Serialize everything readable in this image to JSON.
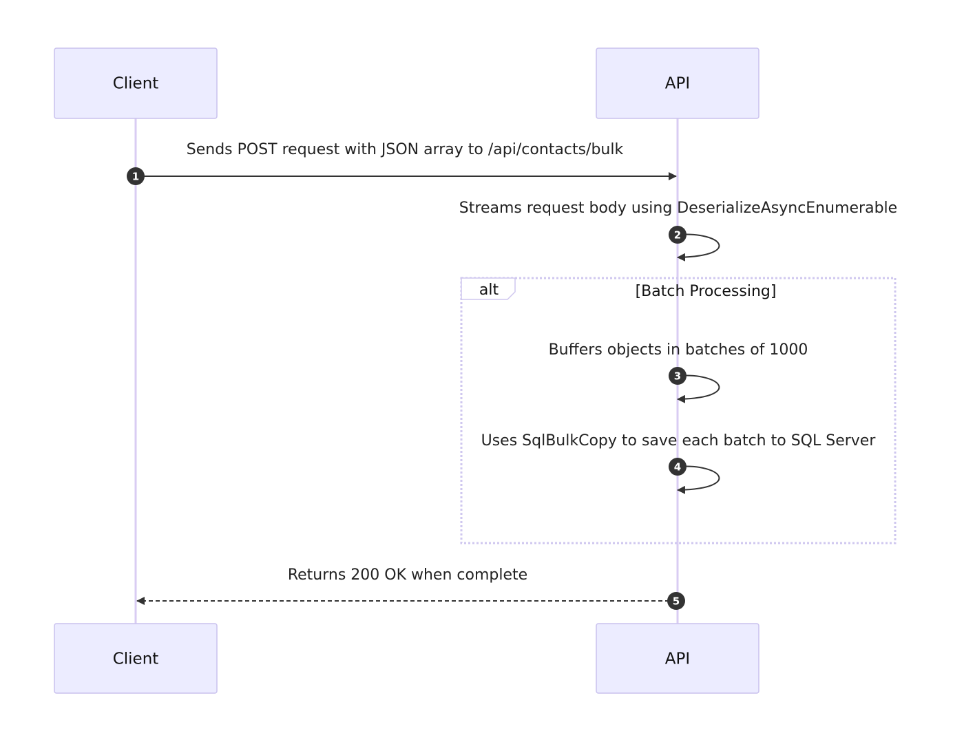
{
  "actors": {
    "client": "Client",
    "api": "API"
  },
  "messages": [
    {
      "number": "1",
      "text": "Sends POST request with JSON array to /api/contacts/bulk",
      "from": "Client",
      "to": "API",
      "style": "solid"
    },
    {
      "number": "2",
      "text": "Streams request body using DeserializeAsyncEnumerable",
      "from": "API",
      "to": "API",
      "style": "solid"
    },
    {
      "number": "3",
      "text": "Buffers objects in batches of 1000",
      "from": "API",
      "to": "API",
      "style": "solid"
    },
    {
      "number": "4",
      "text": "Uses SqlBulkCopy to save each batch to SQL Server",
      "from": "API",
      "to": "API",
      "style": "solid"
    },
    {
      "number": "5",
      "text": "Returns 200 OK when complete",
      "from": "API",
      "to": "Client",
      "style": "dashed"
    }
  ],
  "alt_block": {
    "label": "alt",
    "condition": "[Batch Processing]"
  },
  "colors": {
    "actor_fill": "#ececff",
    "actor_stroke": "#c9c1ee",
    "lifeline": "#d9ccf3",
    "arrow": "#333333"
  }
}
